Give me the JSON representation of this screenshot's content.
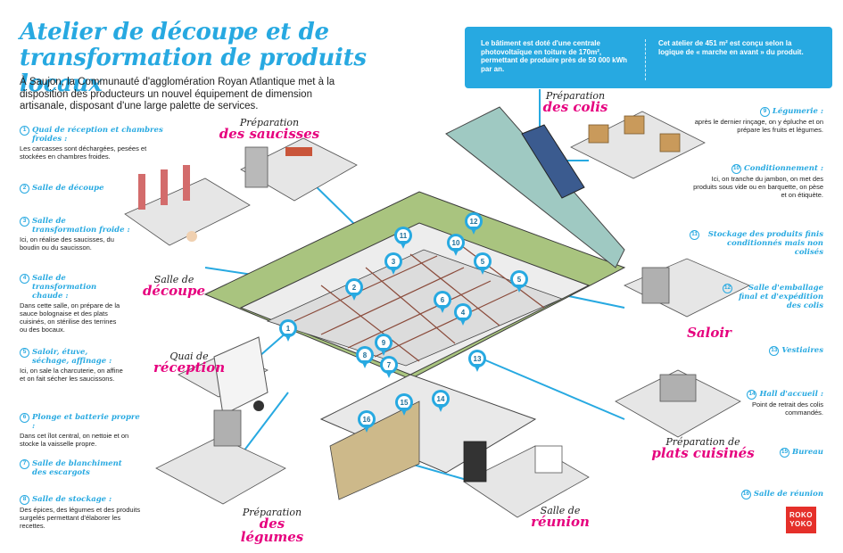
{
  "title": {
    "line1": "Atelier de découpe et de",
    "line2": "transformation de produits locaux"
  },
  "intro": "À Saujon, la Communauté d'agglomération Royan Atlantique met à la disposition des producteurs un nouvel équipement de dimension artisanale, disposant d'une large palette de services.",
  "infobox": {
    "col1": "Le bâtiment est doté d'une centrale photovoltaïque en toiture de 170m², permettant de produire près de 50 000 kWh par an.",
    "col2": "Cet atelier de 451 m² est conçu selon la logique de « marche en avant » du produit."
  },
  "legend_left": [
    {
      "num": "1",
      "label": "Quai de réception et chambres froides :",
      "desc": "Les carcasses sont déchargées, pesées et stockées en chambres froides."
    },
    {
      "num": "2",
      "label": "Salle de découpe",
      "desc": ""
    },
    {
      "num": "3",
      "label": "Salle de transformation froide :",
      "desc": "Ici, on réalise des saucisses, du boudin ou du saucisson."
    },
    {
      "num": "4",
      "label": "Salle de transformation chaude :",
      "desc": "Dans cette salle, on prépare de la sauce bolognaise et des plats cuisinés, on stérilise des terrines ou des bocaux."
    },
    {
      "num": "5",
      "label": "Saloir, étuve, séchage, affinage :",
      "desc": "Ici, on sale la charcuterie, on affine et on fait sécher les saucissons."
    },
    {
      "num": "6",
      "label": "Plonge et batterie propre :",
      "desc": "Dans cet îlot central, on nettoie et on stocke la vaisselle propre."
    },
    {
      "num": "7",
      "label": "Salle de blanchiment des escargots",
      "desc": ""
    },
    {
      "num": "8",
      "label": "Salle de stockage :",
      "desc": "Des épices, des légumes et des produits surgelés permettant d'élaborer les recettes."
    }
  ],
  "legend_right": [
    {
      "num": "9",
      "label": "Légumerie :",
      "desc": "après le dernier rinçage, on y épluche et on prépare les fruits et légumes."
    },
    {
      "num": "10",
      "label": "Conditionnement :",
      "desc": "Ici, on tranche du jambon, on met des produits sous vide ou en barquette, on pèse et on étiquète."
    },
    {
      "num": "11",
      "label": "Stockage des produits finis conditionnés mais non colisés",
      "desc": ""
    },
    {
      "num": "12",
      "label": "Salle d'emballage final et d'expédition des colis",
      "desc": ""
    },
    {
      "num": "13",
      "label": "Vestiaires",
      "desc": ""
    },
    {
      "num": "14",
      "label": "Hall d'accueil :",
      "desc": "Point de retrait des colis commandés."
    },
    {
      "num": "15",
      "label": "Bureau",
      "desc": ""
    },
    {
      "num": "16",
      "label": "Salle de réunion",
      "desc": ""
    }
  ],
  "scenes": {
    "saucisses": {
      "small": "Préparation",
      "big": "des saucisses"
    },
    "colis": {
      "small": "Préparation",
      "big": "des colis"
    },
    "decoupe": {
      "small": "Salle de",
      "big": "découpe"
    },
    "reception": {
      "small": "Quai de",
      "big": "réception"
    },
    "saloir": {
      "big": "Saloir"
    },
    "plats": {
      "small": "Préparation de",
      "big": "plats cuisinés"
    },
    "legumes": {
      "small": "Préparation",
      "big": "des légumes"
    },
    "reunion": {
      "small": "Salle de",
      "big": "réunion"
    }
  },
  "pins": [
    "1",
    "2",
    "3",
    "4",
    "5",
    "5",
    "6",
    "7",
    "8",
    "9",
    "10",
    "11",
    "12",
    "13",
    "14",
    "15",
    "16"
  ],
  "logo": {
    "line1": "ROKO",
    "line2": "YOKO"
  },
  "colors": {
    "accent": "#27a9e1",
    "pink": "#e6007e",
    "roof": "#a9c47f",
    "wall": "#e8e8e8",
    "floor": "#d9d9d9"
  }
}
